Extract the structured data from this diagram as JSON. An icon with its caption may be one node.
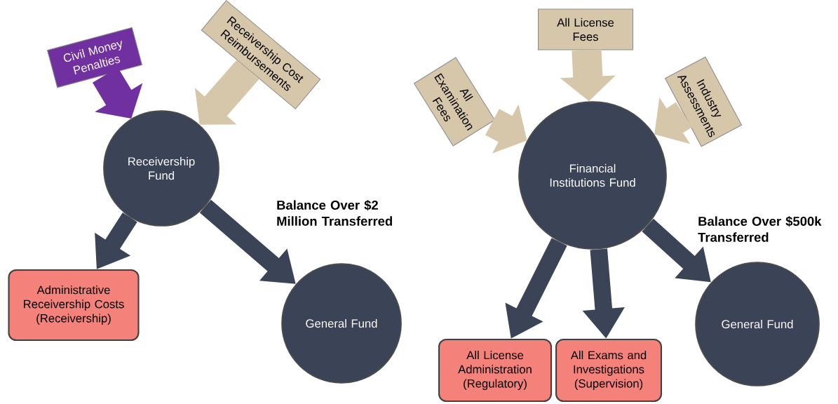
{
  "diagram": {
    "nodes": [
      {
        "text": [
          "Civil Money Penalties"
        ]
      },
      {
        "text": [
          "Receivership Cost Reimbursements"
        ]
      },
      {
        "text": [
          "Receivership Fund"
        ]
      },
      {
        "text": [
          "Administrative Receivership Costs (Receivership)"
        ]
      },
      {
        "text": [
          "General Fund"
        ]
      },
      {
        "text": [
          "All License Fees"
        ]
      },
      {
        "text": [
          "All Examination Fees"
        ]
      },
      {
        "text": [
          "Industry Assessments"
        ]
      },
      {
        "text": [
          "Financial Institutions Fund"
        ]
      },
      {
        "text": [
          "All License Administration (Regulatory)"
        ]
      },
      {
        "text": [
          "All Exams and Investigations (Supervision)"
        ]
      },
      {
        "text": [
          "General Fund"
        ]
      }
    ],
    "edges": [
      {
        "from": 0,
        "to": 2,
        "arrow": "to",
        "color": "#7030a0"
      },
      {
        "from": 1,
        "to": 2,
        "arrow": "to",
        "color": "#d6c7aa"
      },
      {
        "from": 2,
        "to": 3,
        "arrow": "to"
      },
      {
        "from": 2,
        "to": 4,
        "arrow": "to",
        "label": "Balance Over $2 Million Transferred"
      },
      {
        "from": 5,
        "to": 8,
        "arrow": "to",
        "color": "#d6c7aa"
      },
      {
        "from": 6,
        "to": 8,
        "arrow": "to",
        "color": "#d6c7aa"
      },
      {
        "from": 7,
        "to": 8,
        "arrow": "to",
        "color": "#d6c7aa"
      },
      {
        "from": 8,
        "to": 9,
        "arrow": "to"
      },
      {
        "from": 8,
        "to": 10,
        "arrow": "to"
      },
      {
        "from": 8,
        "to": 11,
        "arrow": "to",
        "label": "Balance Over $500k Transferred"
      }
    ]
  }
}
